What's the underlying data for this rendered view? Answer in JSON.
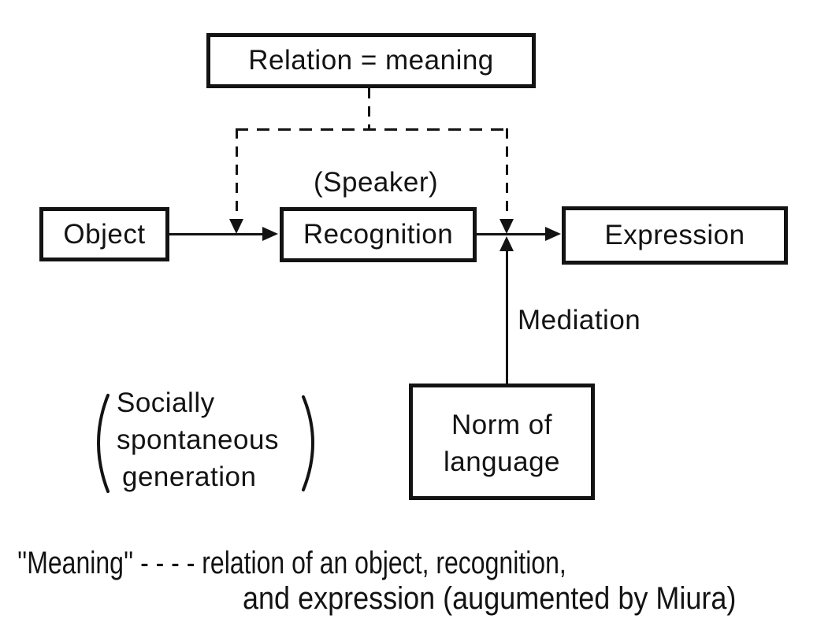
{
  "colors": {
    "ink": "#131313",
    "paper": "#ffffff"
  },
  "nodes": {
    "relation": "Relation = meaning",
    "object": "Object",
    "recognition": "Recognition",
    "expression": "Expression",
    "norm": {
      "line1": "Norm of",
      "line2": "language"
    }
  },
  "annotations": {
    "speaker": "(Speaker)",
    "mediation": "Mediation",
    "generation": {
      "line1": "Socially",
      "line2": "spontaneous",
      "line3": "generation"
    }
  },
  "caption": {
    "line1": "''Meaning'' - - - - relation of an object, recognition,",
    "line2": "and expression (augumented by Miura)"
  }
}
